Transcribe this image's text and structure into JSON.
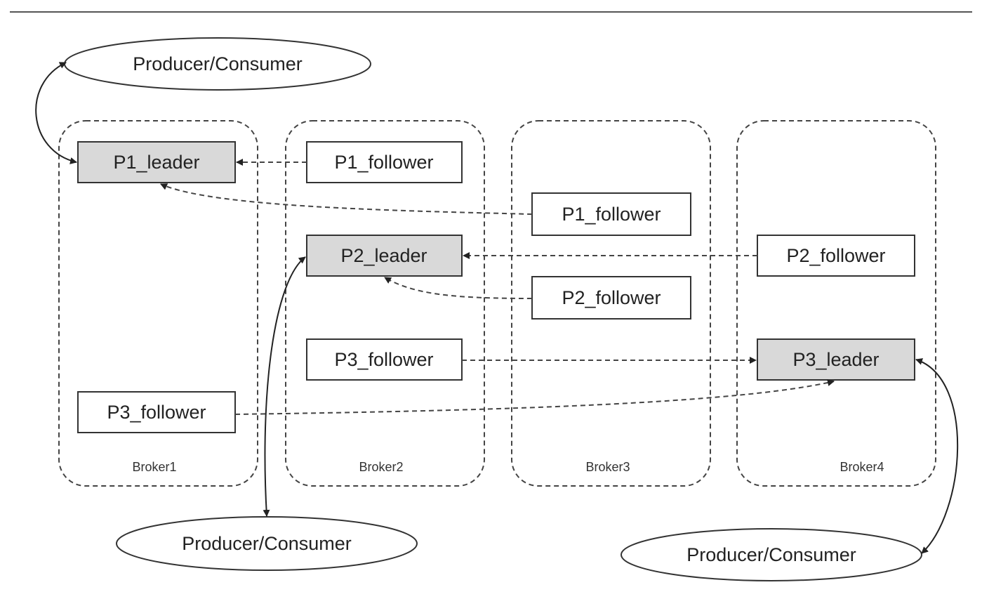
{
  "producers": [
    {
      "id": "pc-top",
      "label": "Producer/Consumer"
    },
    {
      "id": "pc-mid",
      "label": "Producer/Consumer"
    },
    {
      "id": "pc-right",
      "label": "Producer/Consumer"
    }
  ],
  "brokers": [
    {
      "id": "broker1",
      "label": "Broker1"
    },
    {
      "id": "broker2",
      "label": "Broker2"
    },
    {
      "id": "broker3",
      "label": "Broker3"
    },
    {
      "id": "broker4",
      "label": "Broker4"
    }
  ],
  "partitions": [
    {
      "id": "b1-p1-leader",
      "label": "P1_leader",
      "role": "leader"
    },
    {
      "id": "b1-p3-follower",
      "label": "P3_follower",
      "role": "follower"
    },
    {
      "id": "b2-p1-follower",
      "label": "P1_follower",
      "role": "follower"
    },
    {
      "id": "b2-p2-leader",
      "label": "P2_leader",
      "role": "leader"
    },
    {
      "id": "b2-p3-follower",
      "label": "P3_follower",
      "role": "follower"
    },
    {
      "id": "b3-p1-follower",
      "label": "P1_follower",
      "role": "follower"
    },
    {
      "id": "b3-p2-follower",
      "label": "P2_follower",
      "role": "follower"
    },
    {
      "id": "b4-p2-follower",
      "label": "P2_follower",
      "role": "follower"
    },
    {
      "id": "b4-p3-leader",
      "label": "P3_leader",
      "role": "leader"
    }
  ],
  "colors": {
    "leader_fill": "#d9d9d9",
    "follower_fill": "#ffffff",
    "stroke": "#333333"
  }
}
